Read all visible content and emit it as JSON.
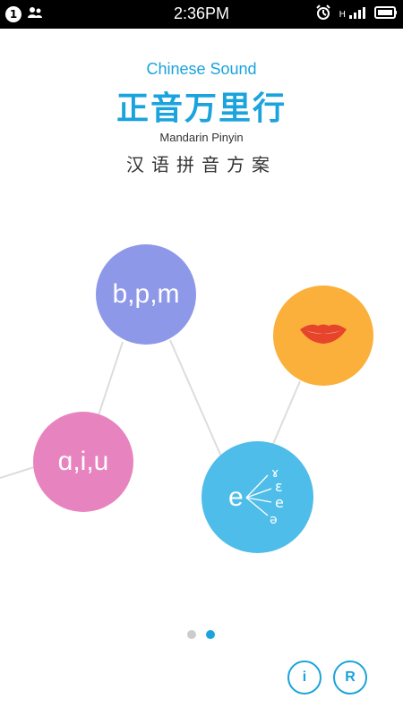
{
  "status": {
    "notification_count": "1",
    "time": "2:36PM",
    "network": "H"
  },
  "header": {
    "title_en": "Chinese Sound",
    "title_cn": "正音万里行",
    "subtitle_en": "Mandarin Pinyin",
    "subtitle_cn": "汉语拼音方案"
  },
  "bubbles": {
    "initials": "b,p,m",
    "finals": "ɑ,i,u",
    "e_main": "e",
    "e_variants": [
      "ɤ",
      "ɛ",
      "e",
      "ə"
    ]
  },
  "controls": {
    "info_label": "i",
    "r_label": "R"
  },
  "colors": {
    "accent": "#1aa3dc",
    "bubble_initials": "#8e98e8",
    "bubble_lips": "#fbb03b",
    "bubble_finals": "#e784bf",
    "bubble_e": "#4fbde9"
  }
}
